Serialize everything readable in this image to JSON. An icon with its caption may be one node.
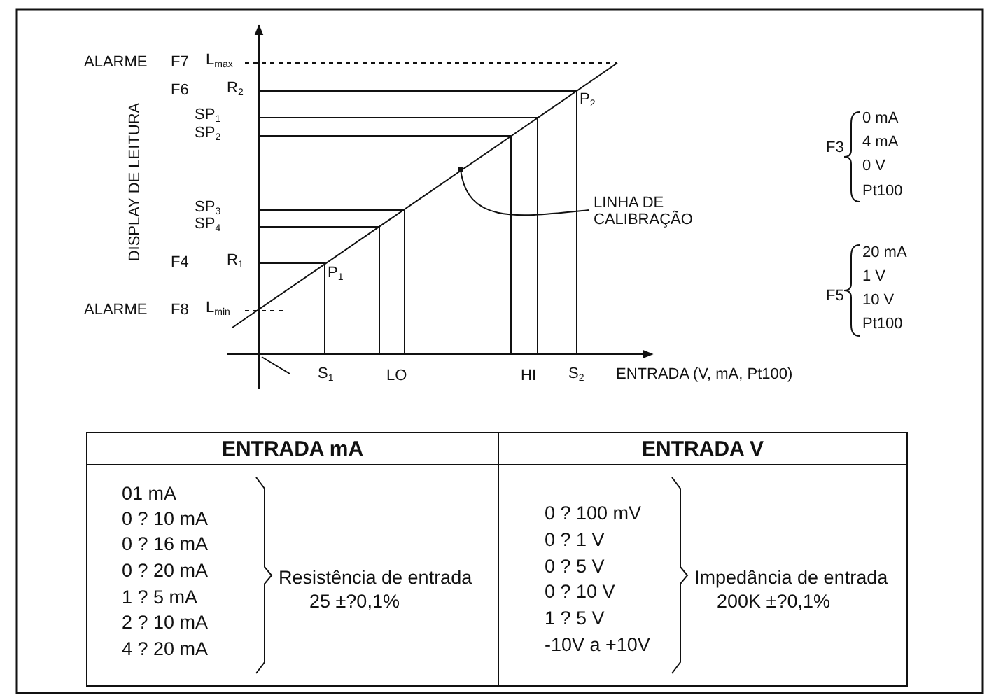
{
  "diagram": {
    "nodes": [
      {
        "text": [
          "LINHA DE CALIBRAÇÃO"
        ]
      },
      {
        "text": [],
        "shape": "line"
      }
    ],
    "edges": [
      {
        "from": 0,
        "to": 1,
        "arrow": "other"
      }
    ],
    "labels": [
      "ALARME",
      "F7",
      "L$_{max}$",
      "F6",
      "R$_{2}$",
      "SP$_{1}$",
      "SP$_{2}$",
      "DISPLAY DE LEITURA",
      "SP$_{3}$",
      "SP$_{4}$",
      "F4",
      "R$_{1}$",
      "P$_{1}$",
      "P$_{2}$",
      "ALARME",
      "F8",
      "L$_{min}$",
      "F3",
      "0 mA",
      "4 mA",
      "0 V",
      "Pt100",
      "F5",
      "20 mA",
      "1 V",
      "10 V",
      "Pt100",
      "S$_{1}$",
      "LO",
      "HI",
      "S$_{2}$",
      "ENTRADA (V, mA, Pt100)",
      "ENTRADA mA",
      "ENTRADA V",
      "01 mA",
      "0 ? 10 mA",
      "0 ? 16 mA",
      "0 ? 20 mA",
      "1 ? 5 mA",
      "2 ? 10 mA",
      "4 ? 20 mA",
      "Resistência de entrada",
      "25 ±?0,1%",
      "0 ? 100 mV",
      "0 ? 1 V",
      "0 ? 5 V",
      "0 ? 10 V",
      "1 ? 5 V",
      "-10V a +10V",
      "Impedância de entrada",
      "200K ±?0,1%"
    ]
  }
}
